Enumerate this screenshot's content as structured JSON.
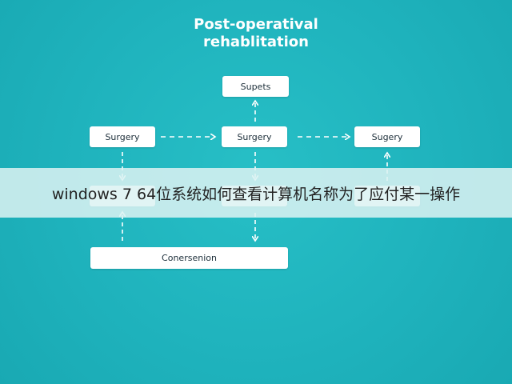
{
  "diagram": {
    "title_line1": "Post-operatival",
    "title_line2": "rehablitation",
    "nodes": {
      "top": "Supets",
      "left": "Surgery",
      "center": "Surgery",
      "right": "Sugery",
      "bottom": "Conersenion"
    }
  },
  "overlay": {
    "caption": "windows 7 64位系统如何查看计算机名称为了应付某一操作"
  },
  "colors": {
    "background": "#1fb3bd",
    "node_fill": "#ffffff",
    "connector": "#ffffff",
    "banner": "#dcf2f2"
  }
}
